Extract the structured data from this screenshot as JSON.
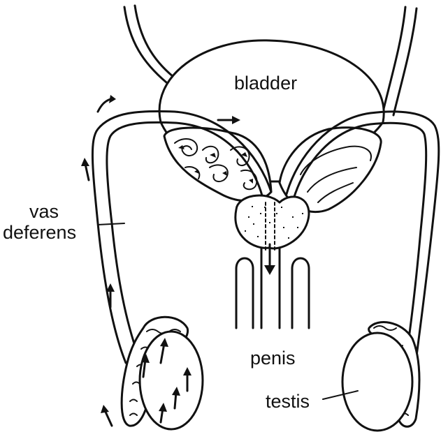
{
  "figure": {
    "labels": {
      "bladder": "bladder",
      "vas_deferens_line1": "vas",
      "vas_deferens_line2": "deferens",
      "penis": "penis",
      "testis": "testis"
    },
    "colors": {
      "ink": "#111111",
      "background": "#ffffff"
    }
  }
}
